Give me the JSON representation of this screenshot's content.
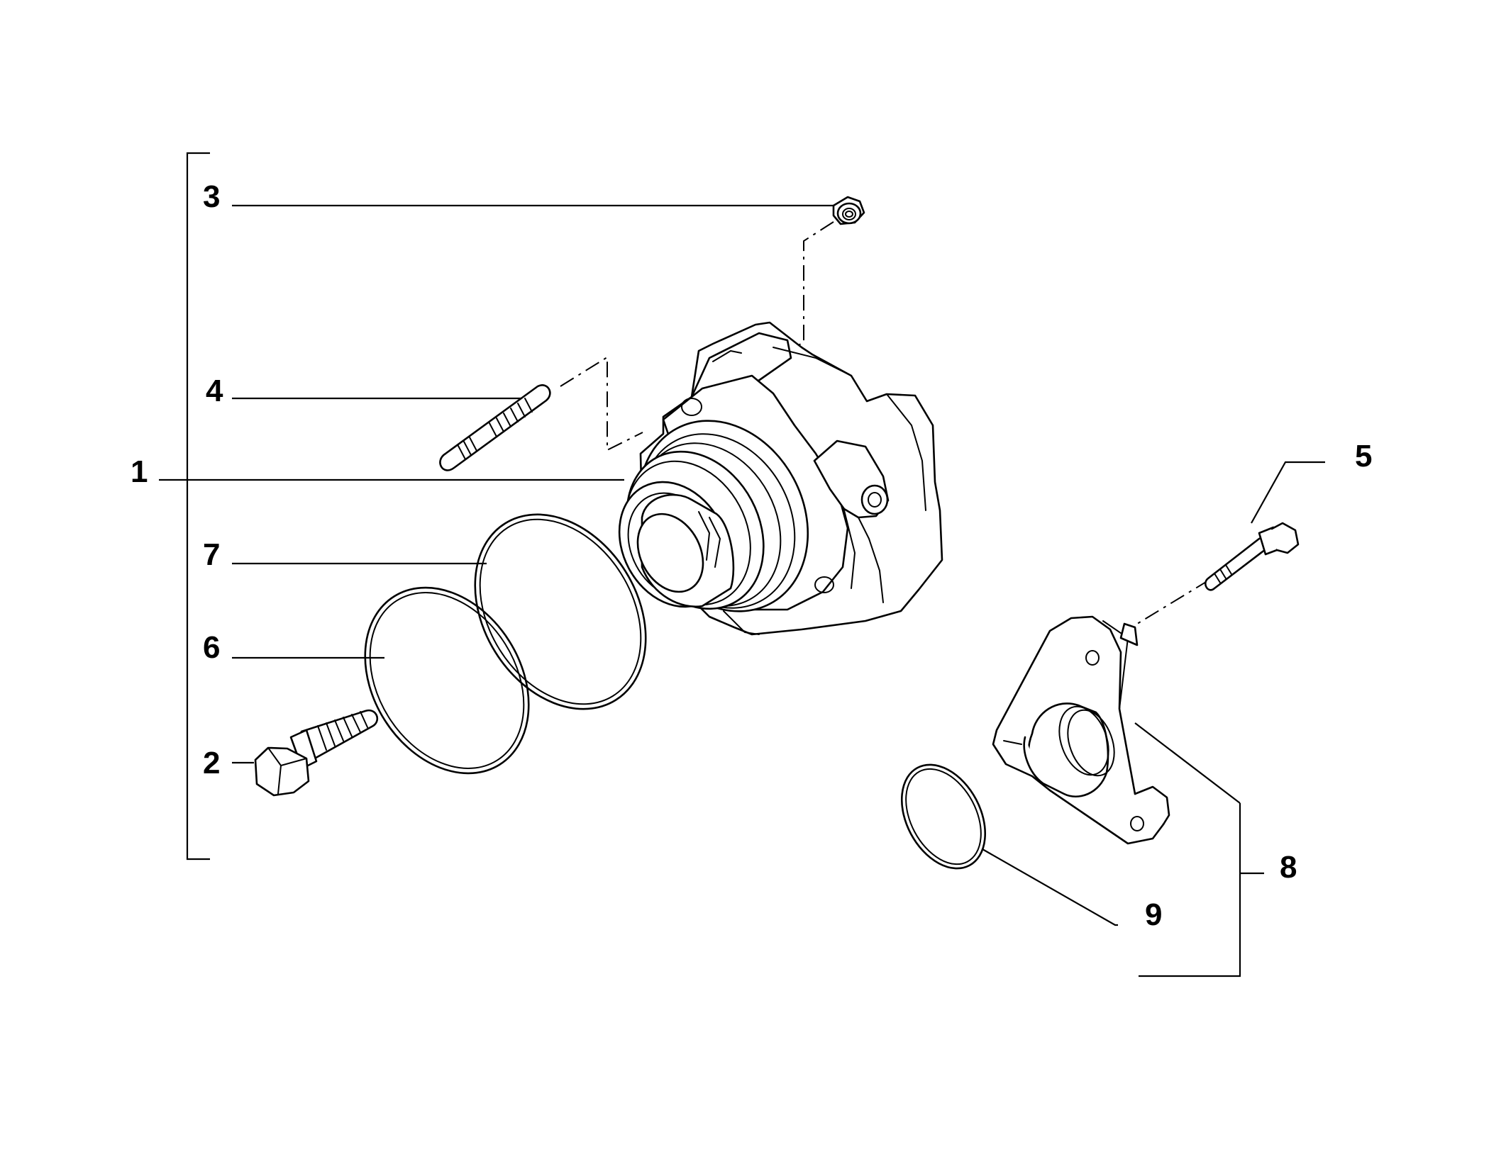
{
  "callouts": {
    "c1": "1",
    "c2": "2",
    "c3": "3",
    "c4": "4",
    "c5": "5",
    "c6": "6",
    "c7": "7",
    "c8": "8",
    "c9": "9"
  },
  "parts": {
    "p1": "housing",
    "p2": "flange-bolt",
    "p3": "flange-nut",
    "p4": "stud",
    "p5": "bolt",
    "p6": "o-ring",
    "p7": "o-ring",
    "p8": "cover-flange",
    "p9": "o-ring"
  }
}
